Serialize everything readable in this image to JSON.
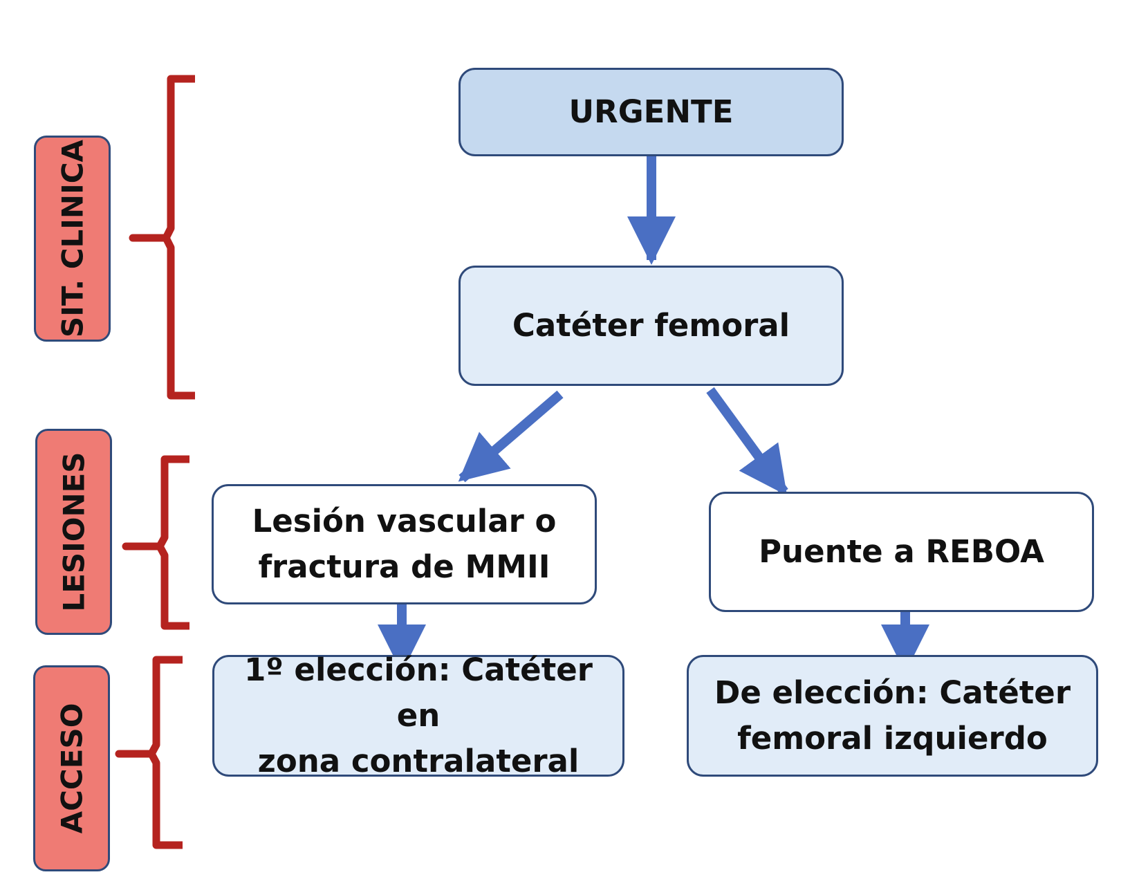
{
  "colors": {
    "arrow": "#4a6fc3",
    "bracket": "#b5231f",
    "side_fill": "#ef7b74",
    "node_border": "#2f4a7a"
  },
  "side_labels": {
    "clinical": "SIT. CLINICA",
    "lesions": "LESIONES",
    "access": "ACCESO"
  },
  "nodes": {
    "urgent": "URGENTE",
    "femoral": "Catéter femoral",
    "lesion": [
      "Lesión vascular o",
      "fractura de MMII"
    ],
    "reboa": "Puente a REBOA",
    "first_choice": [
      "1º elección: Catéter en",
      "zona contralateral"
    ],
    "choice": [
      "De elección: Catéter",
      "femoral izquierdo"
    ]
  }
}
